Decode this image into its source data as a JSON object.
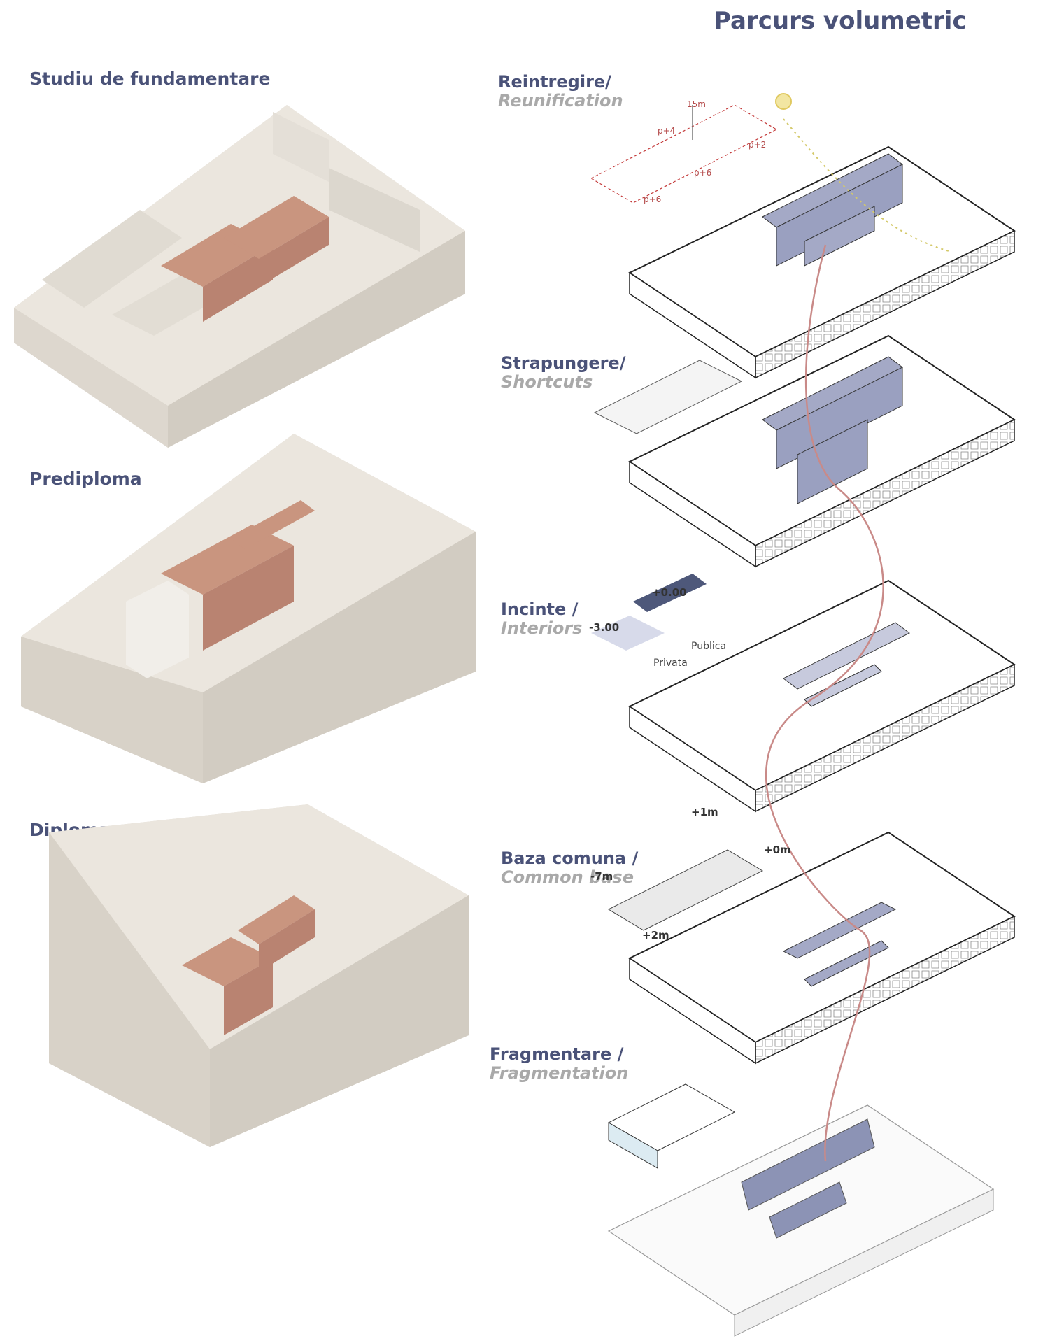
{
  "title": "Parcurs volumetric",
  "left_models": [
    {
      "label": "Studiu de fundamentare"
    },
    {
      "label": "Prediploma"
    },
    {
      "label": "Diploma"
    }
  ],
  "steps": [
    {
      "ro": "Reintregire/",
      "en": "Reunification"
    },
    {
      "ro": "Strapungere/",
      "en": "Shortcuts"
    },
    {
      "ro": "Incinte /",
      "en": "Interiors"
    },
    {
      "ro": "Baza comuna /",
      "en": "Common base"
    },
    {
      "ro": "Fragmentare /",
      "en": "Fragmentation"
    }
  ],
  "reunification_labels": {
    "height": "15m",
    "a": "p+4",
    "b": "p+2",
    "c": "p+6",
    "d": "p+6"
  },
  "interiors_labels": {
    "top": "+0.00",
    "low": "-3.00",
    "public": "Publica",
    "private": "Privata"
  },
  "common_base_labels": {
    "a": "+1m",
    "b": "+0m",
    "c": "-7m",
    "d": "+2m"
  },
  "colors": {
    "title": "#4a5278",
    "subtitle": "#a9a9a9",
    "terracotta": "#c08a7a",
    "model": "#e6e1d9",
    "accent_blue": "#a4a9c6",
    "path_red": "#c98a88"
  }
}
